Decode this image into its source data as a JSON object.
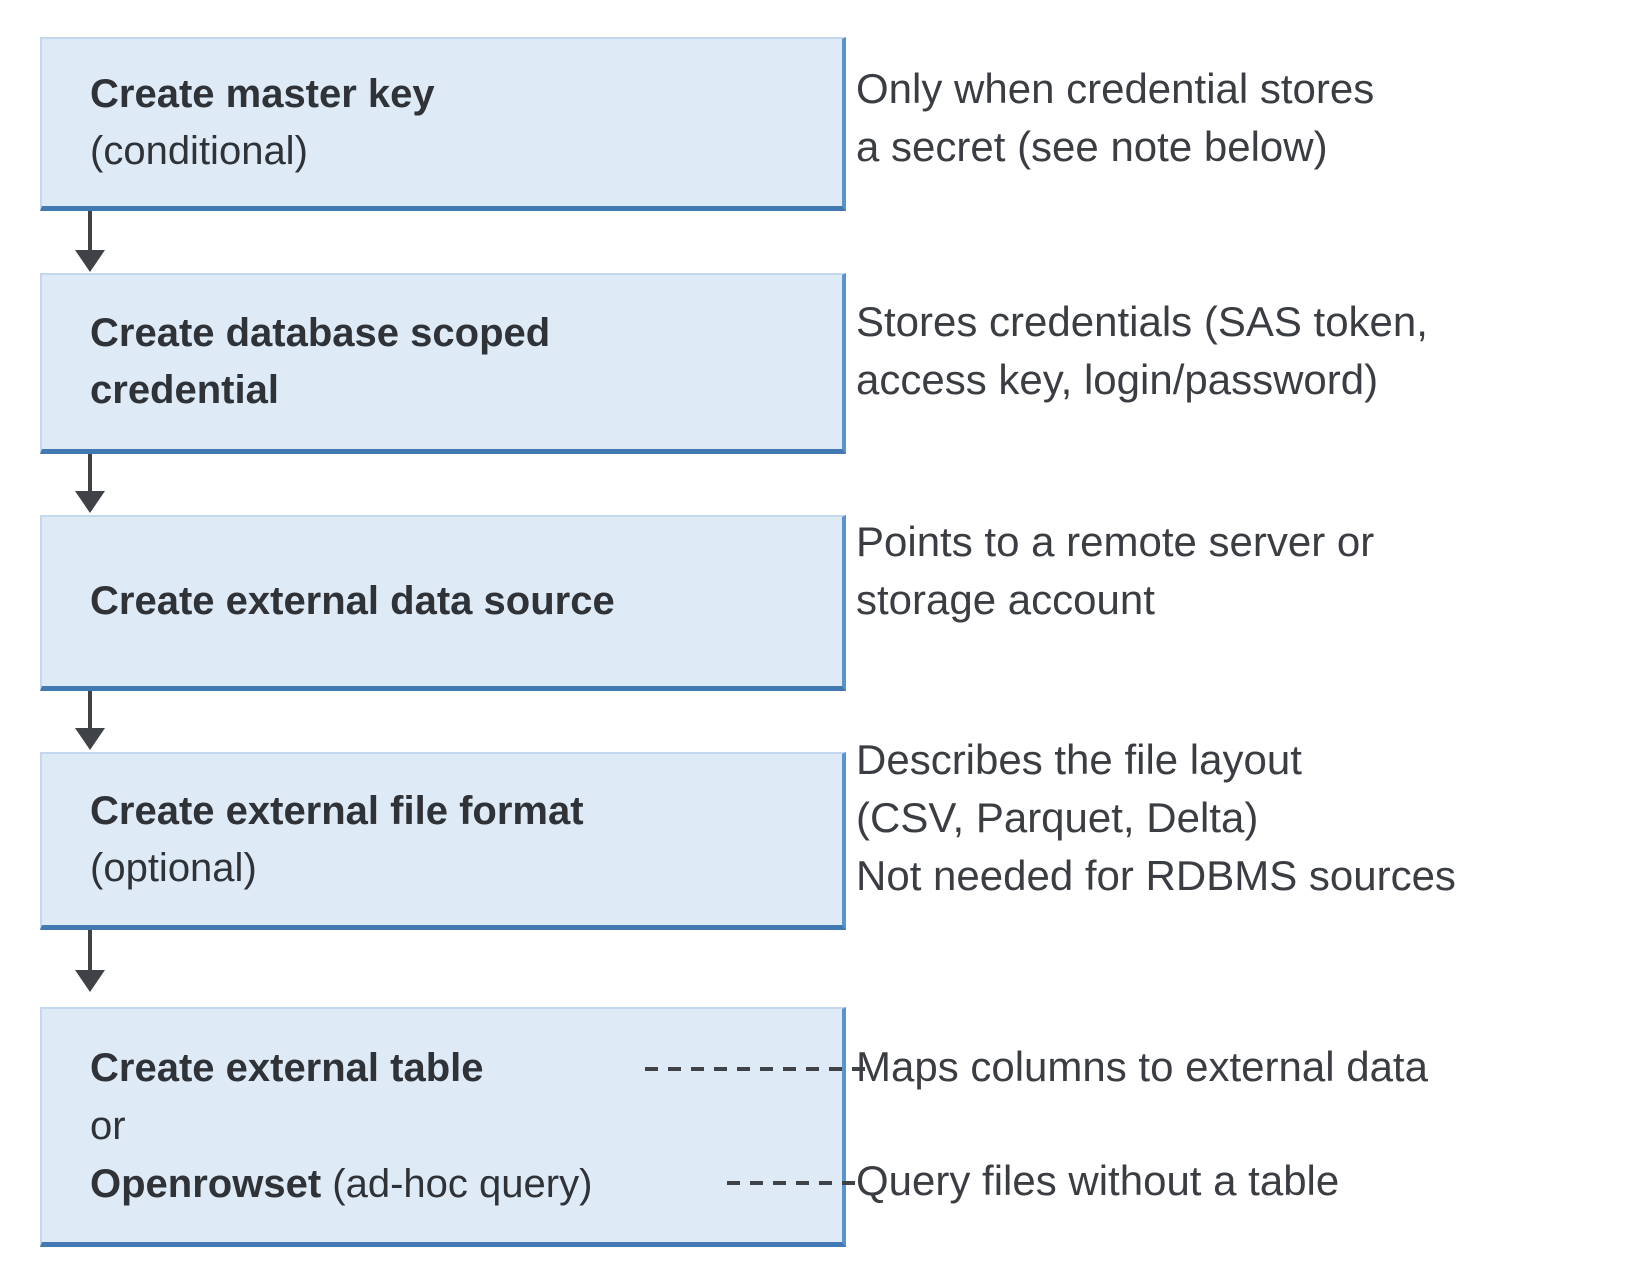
{
  "colors": {
    "box_fill": "#deebf7",
    "box_border_light": "#c3d7ee",
    "box_edge_right": "#5b93cd",
    "box_edge_bottom": "#4379b2",
    "ink": "#3f4347",
    "title_ink": "#2f3237",
    "note_ink": "#3a3d42"
  },
  "steps": [
    {
      "title": "Create master key",
      "qualifier": "(conditional)",
      "note_lines": [
        "Only when credential stores",
        "a secret (see note below)"
      ]
    },
    {
      "title_lines": [
        "Create database scoped",
        "credential"
      ],
      "note_lines": [
        "Stores credentials (SAS token,",
        "access key, login/password)"
      ]
    },
    {
      "title": "Create external data source",
      "note_lines": [
        "Points to a remote server or",
        "storage account"
      ]
    },
    {
      "title": "Create external file format",
      "qualifier": "(optional)",
      "note_lines": [
        "Describes the file layout",
        "(CSV, Parquet, Delta)",
        "Not needed for RDBMS sources"
      ]
    },
    {
      "option1_bold": "Create external table",
      "connector": "or",
      "option2_bold": "Openrowset",
      "option2_rest": " (ad-hoc query)",
      "note_table": "Maps columns to external data",
      "note_openrowset": "Query files without a table"
    }
  ]
}
